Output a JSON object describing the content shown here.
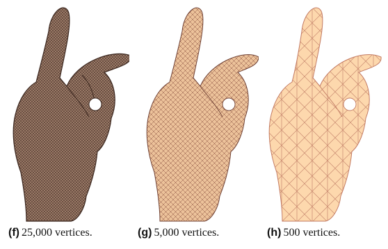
{
  "figures": [
    {
      "label": "(f)",
      "caption": "25,000 vertices.",
      "tone": "dense",
      "fill": "#9b7b6a",
      "stroke": "#4a3229"
    },
    {
      "label": "(g)",
      "caption": "5,000 vertices.",
      "tone": "medium",
      "fill": "#e6b590",
      "stroke": "#7d4a3a"
    },
    {
      "label": "(h)",
      "caption": "500 vertices.",
      "tone": "coarse",
      "fill": "#fcd3a7",
      "stroke": "#c7806a"
    }
  ]
}
